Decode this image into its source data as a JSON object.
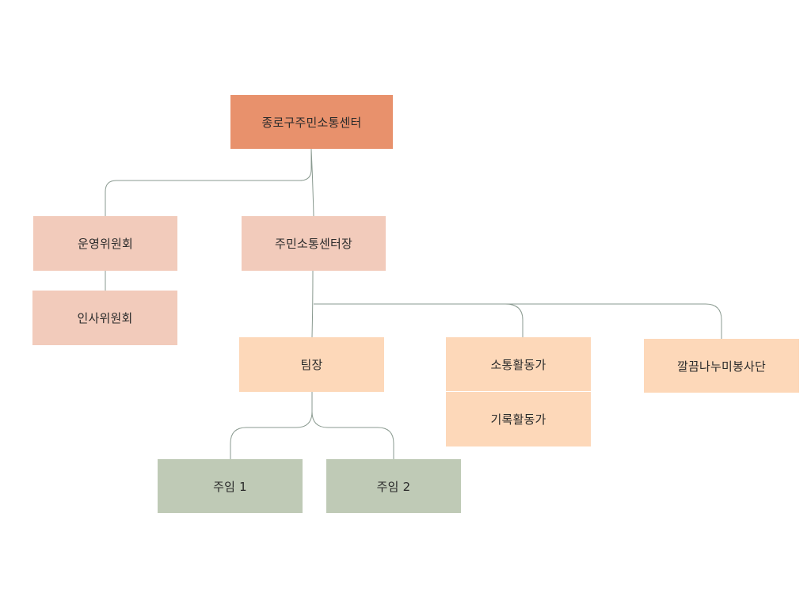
{
  "org_chart": {
    "root": {
      "label": "종로구주민소통센터"
    },
    "steering_committee": {
      "label": "운영위원회"
    },
    "personnel_committee": {
      "label": "인사위원회"
    },
    "center_director": {
      "label": "주민소통센터장"
    },
    "team_lead": {
      "label": "팀장"
    },
    "communication_activist": {
      "label": "소통활동가"
    },
    "record_activist": {
      "label": "기록활동가"
    },
    "volunteer_group": {
      "label": "깔끔나누미봉사단"
    },
    "chief_1": {
      "label": "주임 1"
    },
    "chief_2": {
      "label": "주임 2"
    }
  },
  "colors": {
    "level0": "#e8916c",
    "level1": "#f2cbbb",
    "level2": "#fdd8b9",
    "level3": "#bfcab6",
    "connector": "#8a9a90"
  }
}
